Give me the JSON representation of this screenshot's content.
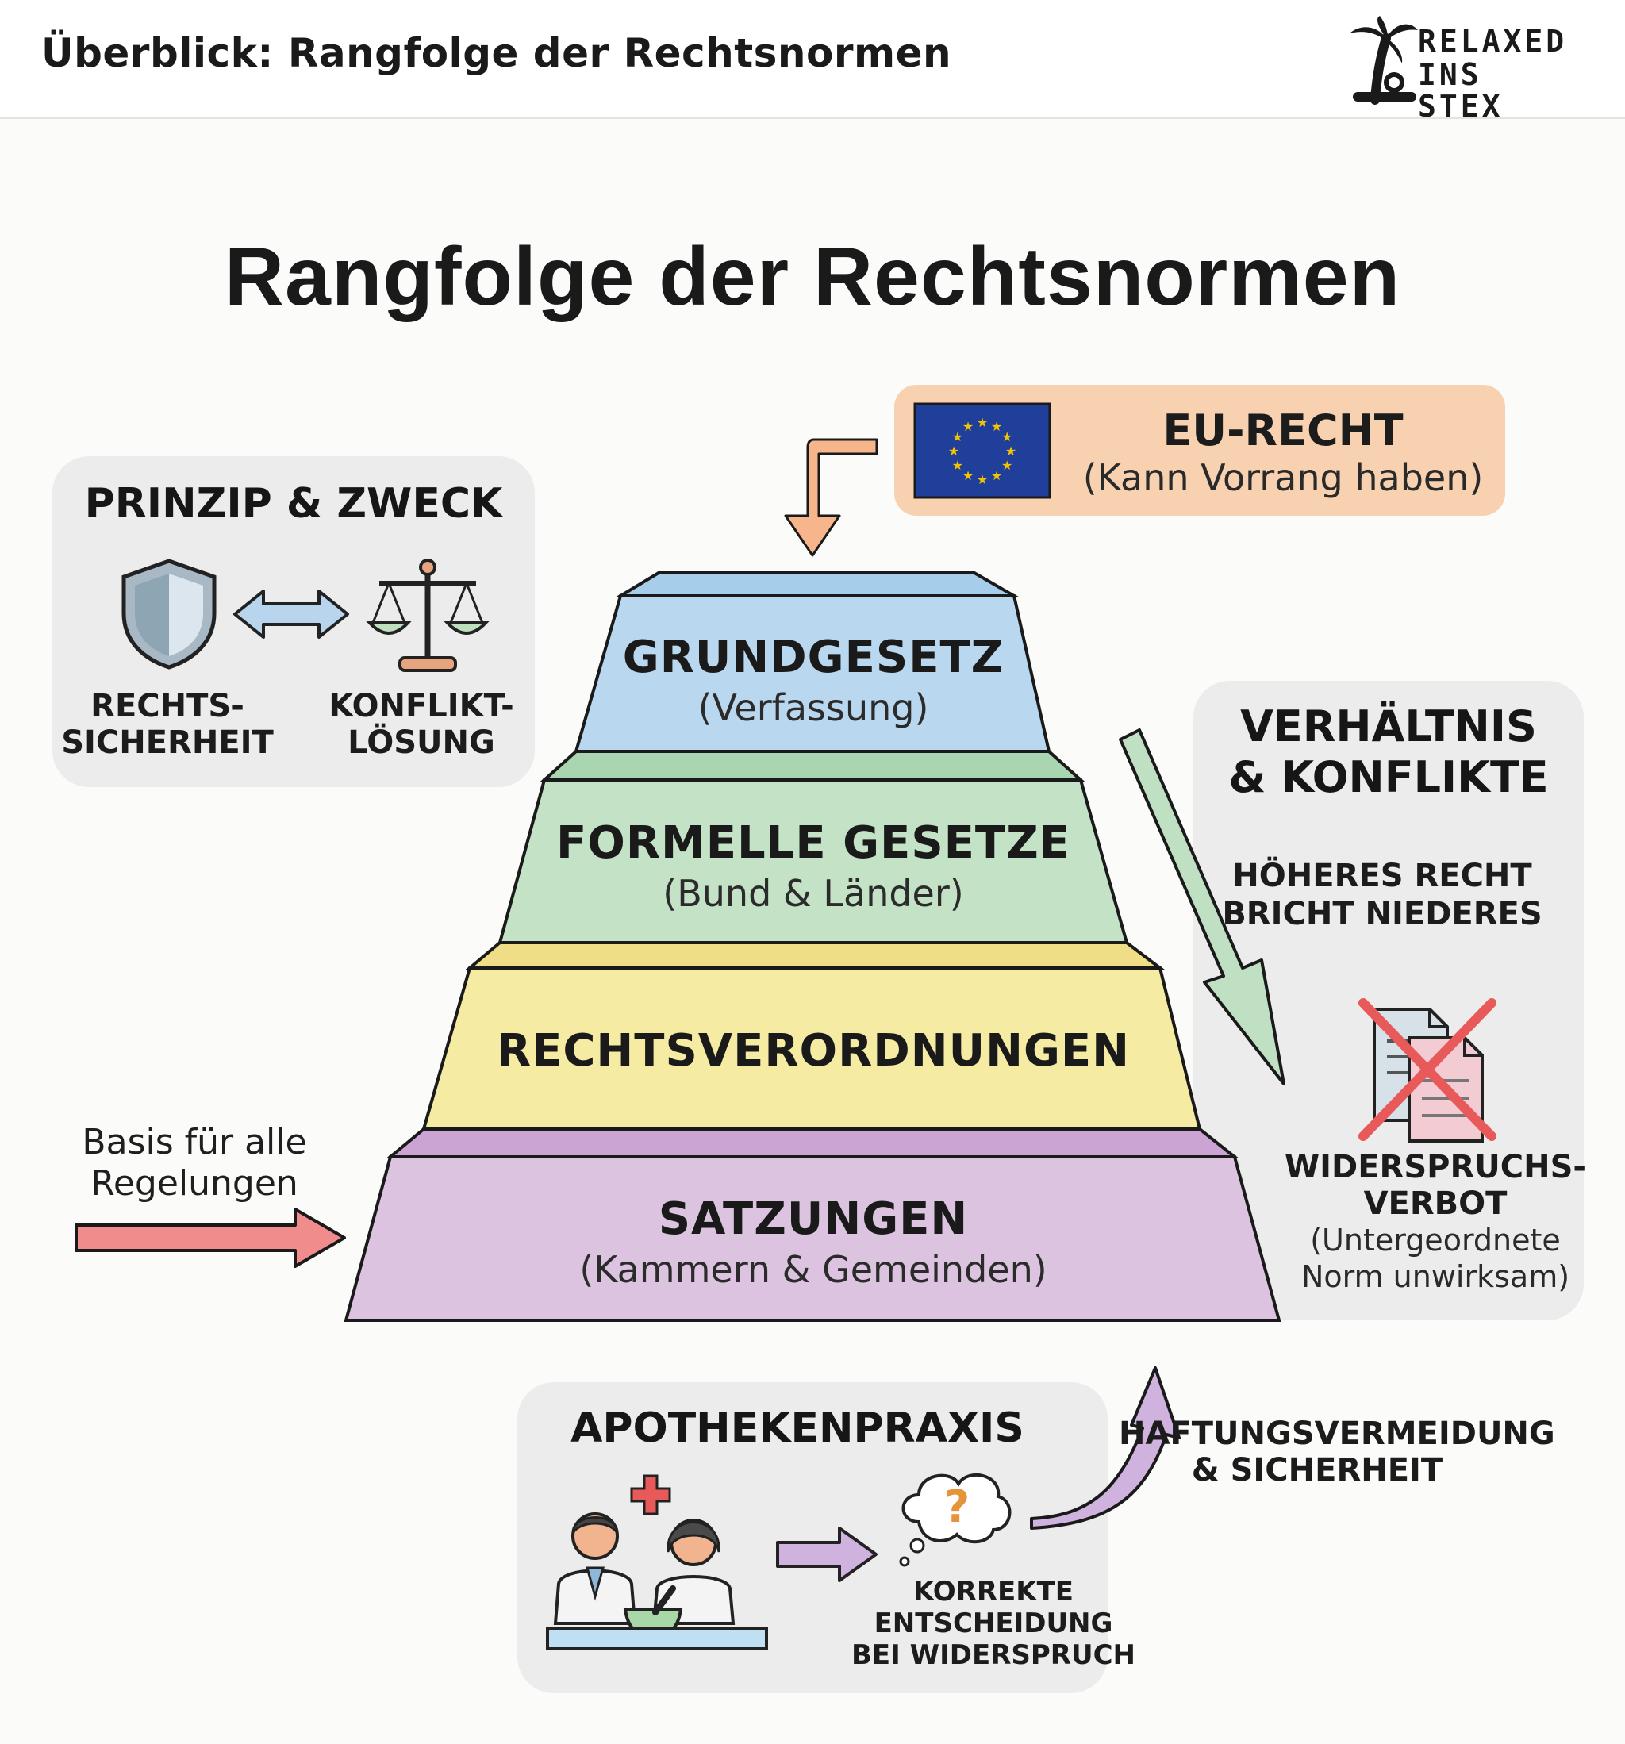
{
  "header": {
    "title": "Überblick: Rangfolge der Rechtsnormen",
    "logo_line1": "RELAXED",
    "logo_line2": "INS STEX"
  },
  "main_title": "Rangfolge der Rechtsnormen",
  "eu": {
    "title": "EU-RECHT",
    "subtitle": "(Kann Vorrang haben)"
  },
  "principle": {
    "title": "PRINZIP & ZWECK",
    "left_line1": "RECHTS-",
    "left_line2": "SICHERHEIT",
    "right_line1": "KONFLIKT-",
    "right_line2": "LÖSUNG"
  },
  "pyramid": {
    "layers": [
      {
        "title": "GRUNDGESETZ",
        "subtitle": "(Verfassung)"
      },
      {
        "title": "FORMELLE GESETZE",
        "subtitle": "(Bund & Länder)"
      },
      {
        "title": "RECHTSVERORDNUNGEN",
        "subtitle": ""
      },
      {
        "title": "SATZUNGEN",
        "subtitle": "(Kammern & Gemeinden)"
      }
    ]
  },
  "relation": {
    "title_line1": "VERHÄLTNIS",
    "title_line2": "& KONFLIKTE",
    "rule_line1": "HÖHERES RECHT",
    "rule_line2": "BRICHT NIEDERES",
    "ban_line1": "WIDERSPRUCHS-",
    "ban_line2": "VERBOT",
    "ban_sub1": "(Untergeordnete",
    "ban_sub2": "Norm unwirksam)"
  },
  "basis": {
    "line1": "Basis für alle",
    "line2": "Regelungen"
  },
  "practice": {
    "title": "APOTHEKENPRAXIS",
    "decision_line1": "KORREKTE",
    "decision_line2": "ENTSCHEIDUNG",
    "decision_line3": "BEI WIDERSPRUCH"
  },
  "liability": {
    "line1": "HAFTUNGSVERMEIDUNG",
    "line2": "& SICHERHEIT"
  },
  "colors": {
    "eu_panel": "#f8d2b0",
    "eu_flag": "#1f3f9a",
    "eu_stars": "#f2c300",
    "layer_blue": "#b9d7ee",
    "layer_green": "#c3e2c6",
    "layer_yellow": "#f6eba2",
    "layer_purple": "#dcc4e0",
    "arrow_red": "#f08c8c",
    "arrow_green": "#bfe0c2",
    "arrow_purple": "#cfb2de",
    "arrow_orange": "#f6b58a",
    "cross_red": "#e85a5a"
  }
}
